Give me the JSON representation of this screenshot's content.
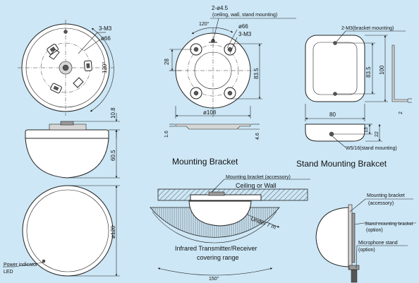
{
  "front_view": {
    "m3_label": "3-M3",
    "dia66_label": "ø66",
    "angle_label": "120°"
  },
  "side_view": {
    "dim_top": "10.8",
    "dim_height": "60.5"
  },
  "bottom_view": {
    "dia120_label": "ø120",
    "indicator_label_line1": "Power indicator",
    "indicator_label_line2": "LED"
  },
  "mounting_bracket": {
    "hole_label_line1": "2-ø4.5",
    "hole_label_line2": "(ceiling, wall, stand mounting)",
    "angle_label": "120°",
    "dia66_label": "ø66",
    "m3_label": "3-M3",
    "dim_28": "28",
    "dim_83_5": "83.5",
    "dia108_label": "ø108",
    "dim_1_6": "1.6",
    "dim_4_6": "4.6",
    "caption": "Mounting Bracket"
  },
  "stand_bracket": {
    "hole_label": "2-M3(bracket mounting)",
    "dim_83_5": "83.5",
    "dim_100": "100",
    "dim_80": "80",
    "dim_2": "2",
    "dim_13": "13",
    "dim_22": "22",
    "screw_label": "W5/16(stand mounting)",
    "caption": "Stand Mounting Brakcet"
  },
  "ceiling_install": {
    "accessory_label": "Mounting bracket (accessory)",
    "surface_label": "Ceiling or Wall",
    "distance_label": "Under 7 m",
    "range_line1": "Infrared Transmitter/Receiver",
    "range_line2": "covering range",
    "angle_label": "150°"
  },
  "stand_install": {
    "bracket_label_line1": "Mounting bracket",
    "bracket_label_line2": "(accessory)",
    "stand_bracket_line1": "Stand mounting bracket",
    "stand_bracket_line2": "(option)",
    "mic_stand_line1": "Microphone stand",
    "mic_stand_line2": "(option)"
  }
}
